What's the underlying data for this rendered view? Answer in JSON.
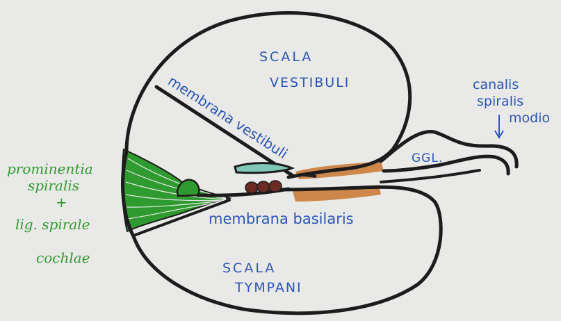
{
  "colors": {
    "background": "#e9e9e7",
    "outline": "#1c1c1c",
    "blue_text": "#2a56b8",
    "green": "#2f9a2f",
    "orange": "#c8752f",
    "teal": "#7fc8b8",
    "brown": "#6b2a24"
  },
  "labels": {
    "scala_vestibuli": [
      "SCALA",
      "VESTIBULI"
    ],
    "membrana_vestibuli": "membrana vestibuli",
    "canalis_spiralis": [
      "canalis",
      "spiralis",
      "modio"
    ],
    "ggl": "GGL.",
    "prominentia": [
      "prominentia",
      "spiralis",
      "+",
      "lig. spirale",
      "cochlae"
    ],
    "membrana_basilaris": "membrana basilaris",
    "scala_tympani": [
      "SCALA",
      "TYMPANI"
    ]
  }
}
